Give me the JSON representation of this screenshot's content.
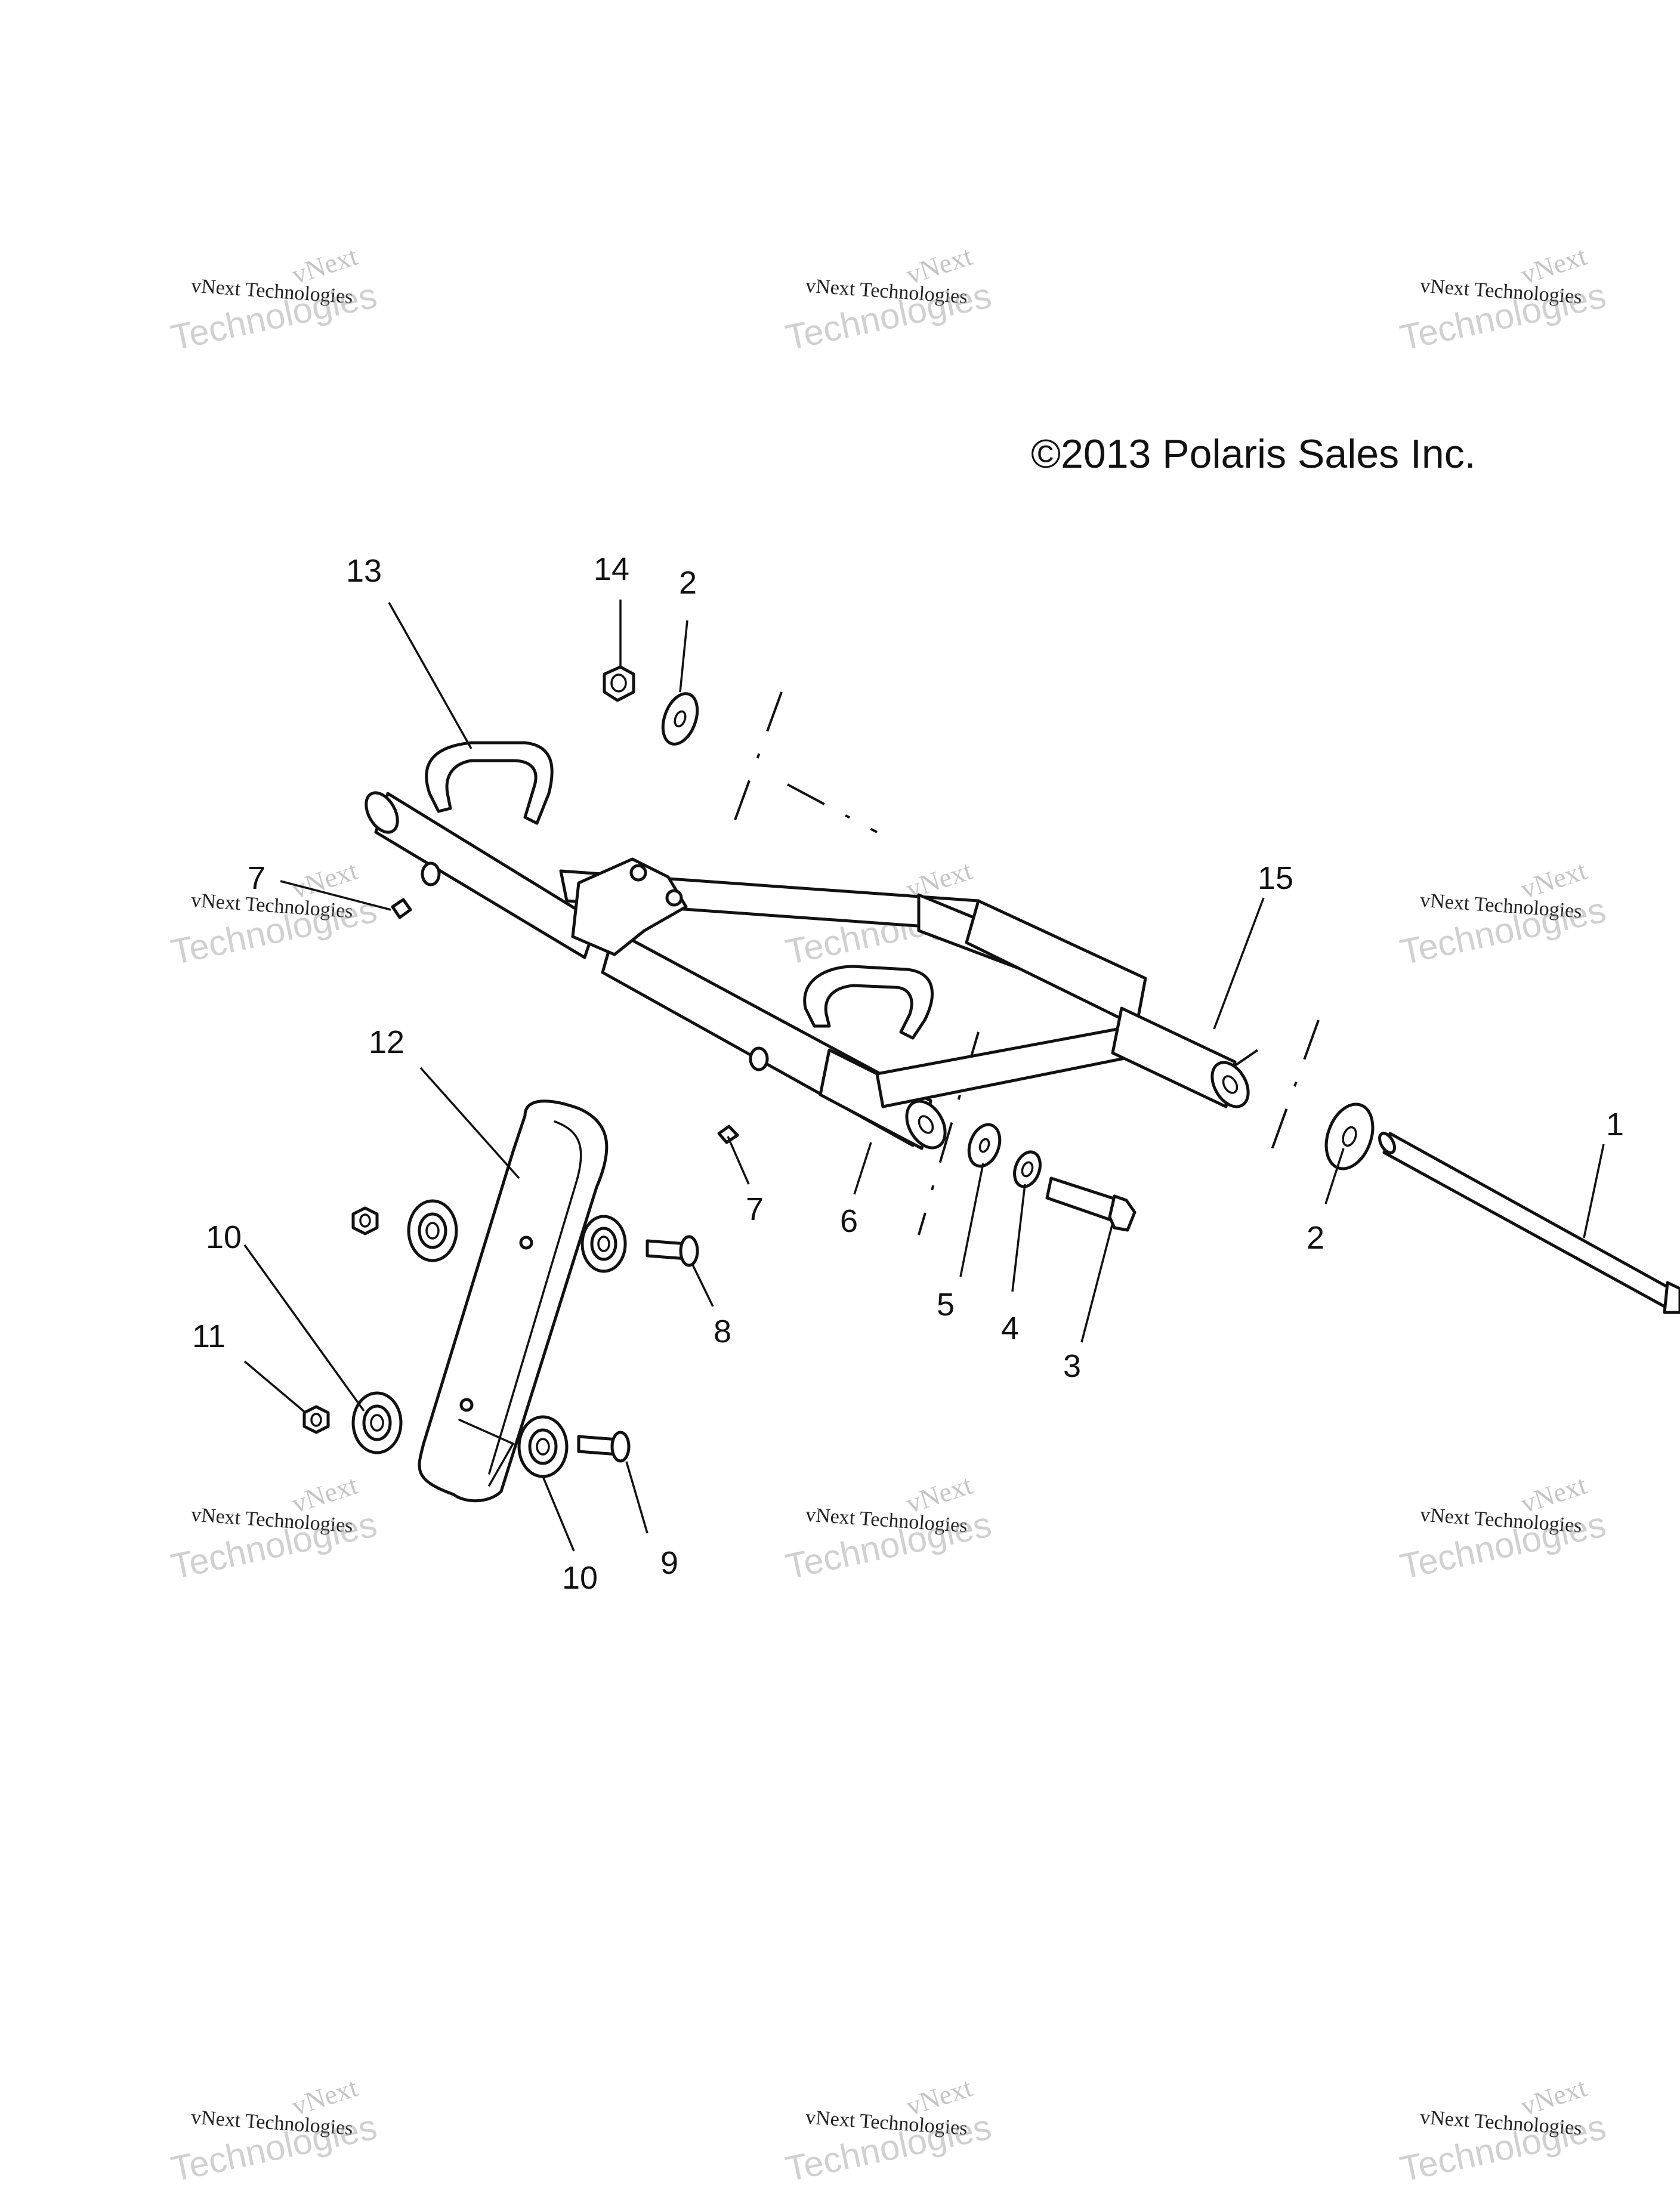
{
  "copyright": "©2013 Polaris Sales Inc.",
  "watermark": {
    "line1": "vNext",
    "line2": "vNext Technologies",
    "line3": "Technologies"
  },
  "callouts": {
    "c1": "1",
    "c2a": "2",
    "c2b": "2",
    "c3": "3",
    "c4": "4",
    "c5": "5",
    "c6": "6",
    "c7a": "7",
    "c7b": "7",
    "c8": "8",
    "c9": "9",
    "c10a": "10",
    "c10b": "10",
    "c11": "11",
    "c12": "12",
    "c13": "13",
    "c14": "14",
    "c15": "15"
  }
}
